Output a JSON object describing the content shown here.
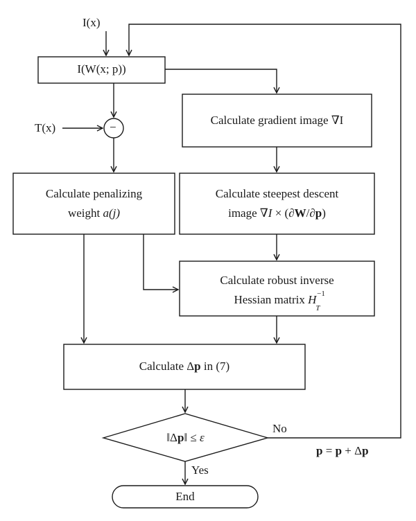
{
  "nodes": {
    "input_image": "I(x)",
    "warp": "I(W(x; p))",
    "template": "T(x)",
    "subtract_symbol": "−",
    "gradient": "Calculate gradient image ∇I",
    "penalizing_weight": {
      "line1": "Calculate penalizing",
      "line2_text": "weight",
      "line2_var": "a(j)"
    },
    "steepest_descent": {
      "line1": "Calculate steepest descent",
      "line2_a": "image ∇",
      "line2_b": "I",
      "line2_c": " × (∂",
      "line2_d": "W",
      "line2_e": "/∂",
      "line2_f": "p",
      "line2_g": ")"
    },
    "hessian": {
      "line1": "Calculate robust inverse",
      "line2_text": "Hessian matrix",
      "var_base": "H",
      "var_sub": "T",
      "var_sup": "−1"
    },
    "delta_p": {
      "text_a": "Calculate Δ",
      "text_b": "p",
      "text_c": " in (7)"
    },
    "decision": {
      "a": "‖Δ",
      "b": "p",
      "c": "‖ ≤ ",
      "d": "ε"
    },
    "end": "End"
  },
  "edges": {
    "no_label": "No",
    "yes_label": "Yes",
    "update_rule": {
      "a": "p",
      "b": " = ",
      "c": "p",
      "d": " + Δ",
      "e": "p"
    }
  }
}
